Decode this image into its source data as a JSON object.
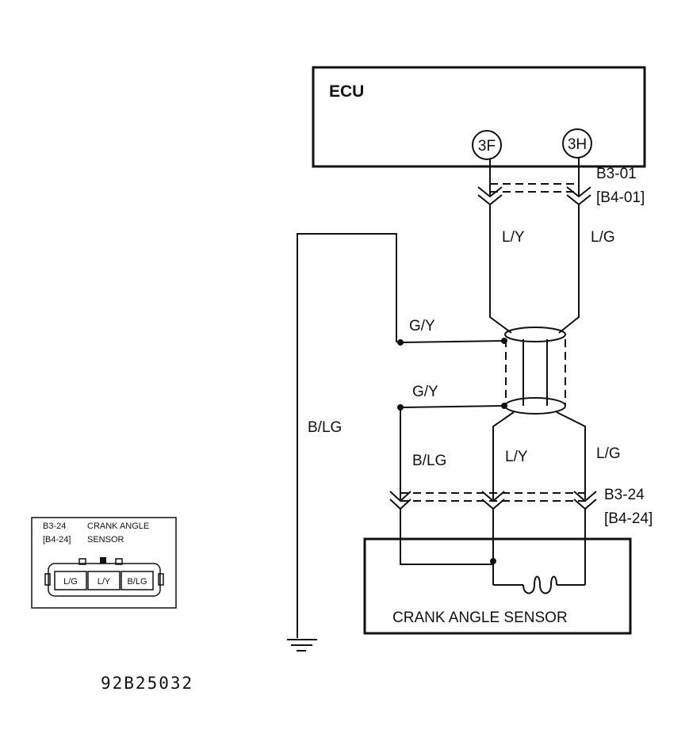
{
  "ecu": {
    "label": "ECU",
    "terminal_1": "3F",
    "terminal_2": "3H"
  },
  "connectors": {
    "top_code": "B3-01",
    "top_code_alt": "[B4-01]",
    "bottom_code": "B3-24",
    "bottom_code_alt": "[B4-24]"
  },
  "wires": {
    "ly_upper": "L/Y",
    "lg_upper": "L/G",
    "gy_upper": "G/Y",
    "gy_lower": "G/Y",
    "blg_left": "B/LG",
    "blg_lower": "B/LG",
    "ly_lower": "L/Y",
    "lg_lower": "L/G"
  },
  "sensor": {
    "label": "CRANK ANGLE SENSOR"
  },
  "connector_view": {
    "code": "B3-24",
    "code_alt": "[B4-24]",
    "title_line1": "CRANK ANGLE",
    "title_line2": "SENSOR",
    "pin_1": "L/G",
    "pin_2": "L/Y",
    "pin_3": "B/LG"
  },
  "figure_code": "92B25032"
}
